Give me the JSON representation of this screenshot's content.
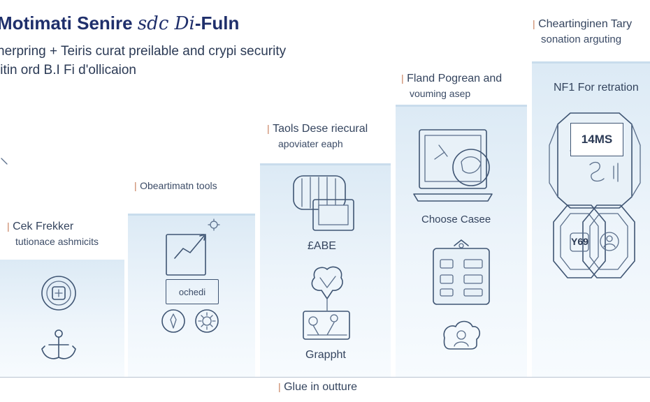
{
  "header": {
    "title_main": "Motimati Senire",
    "title_italic": "sdc Di",
    "title_end": "-Fuln",
    "subtitle_line1": "herpring + Teiris curat preilable and crypi security",
    "subtitle_line2": "litin ord B.I Fi d'ollicaion"
  },
  "steps": [
    {
      "heading_1": "Cek Frekker",
      "heading_2": "tutionace ashmicits"
    },
    {
      "heading_1": "Obeartimatn tools",
      "caption": "ochedi"
    },
    {
      "heading_1": "Taols Dese riecural",
      "heading_2": "apoviater eaph",
      "caption_1": "£ABE",
      "caption_2": "Grappht"
    },
    {
      "heading_1": "Fland Pogrean and",
      "heading_2": "vouming asep",
      "caption": "Choose Casee"
    },
    {
      "heading_1": "Cheartinginen Tary",
      "heading_2": "sonation arguting",
      "heading_3": "NF1 For retration",
      "badge": "14MS",
      "hex_label": "Y69"
    }
  ],
  "footer": {
    "label": "Glue in outture"
  },
  "colors": {
    "title": "#1f2f6b",
    "text": "#2b3a55",
    "column_fill": "#dceaf5",
    "accent_tick": "#c77e5b",
    "icon_stroke": "#3f5573"
  }
}
